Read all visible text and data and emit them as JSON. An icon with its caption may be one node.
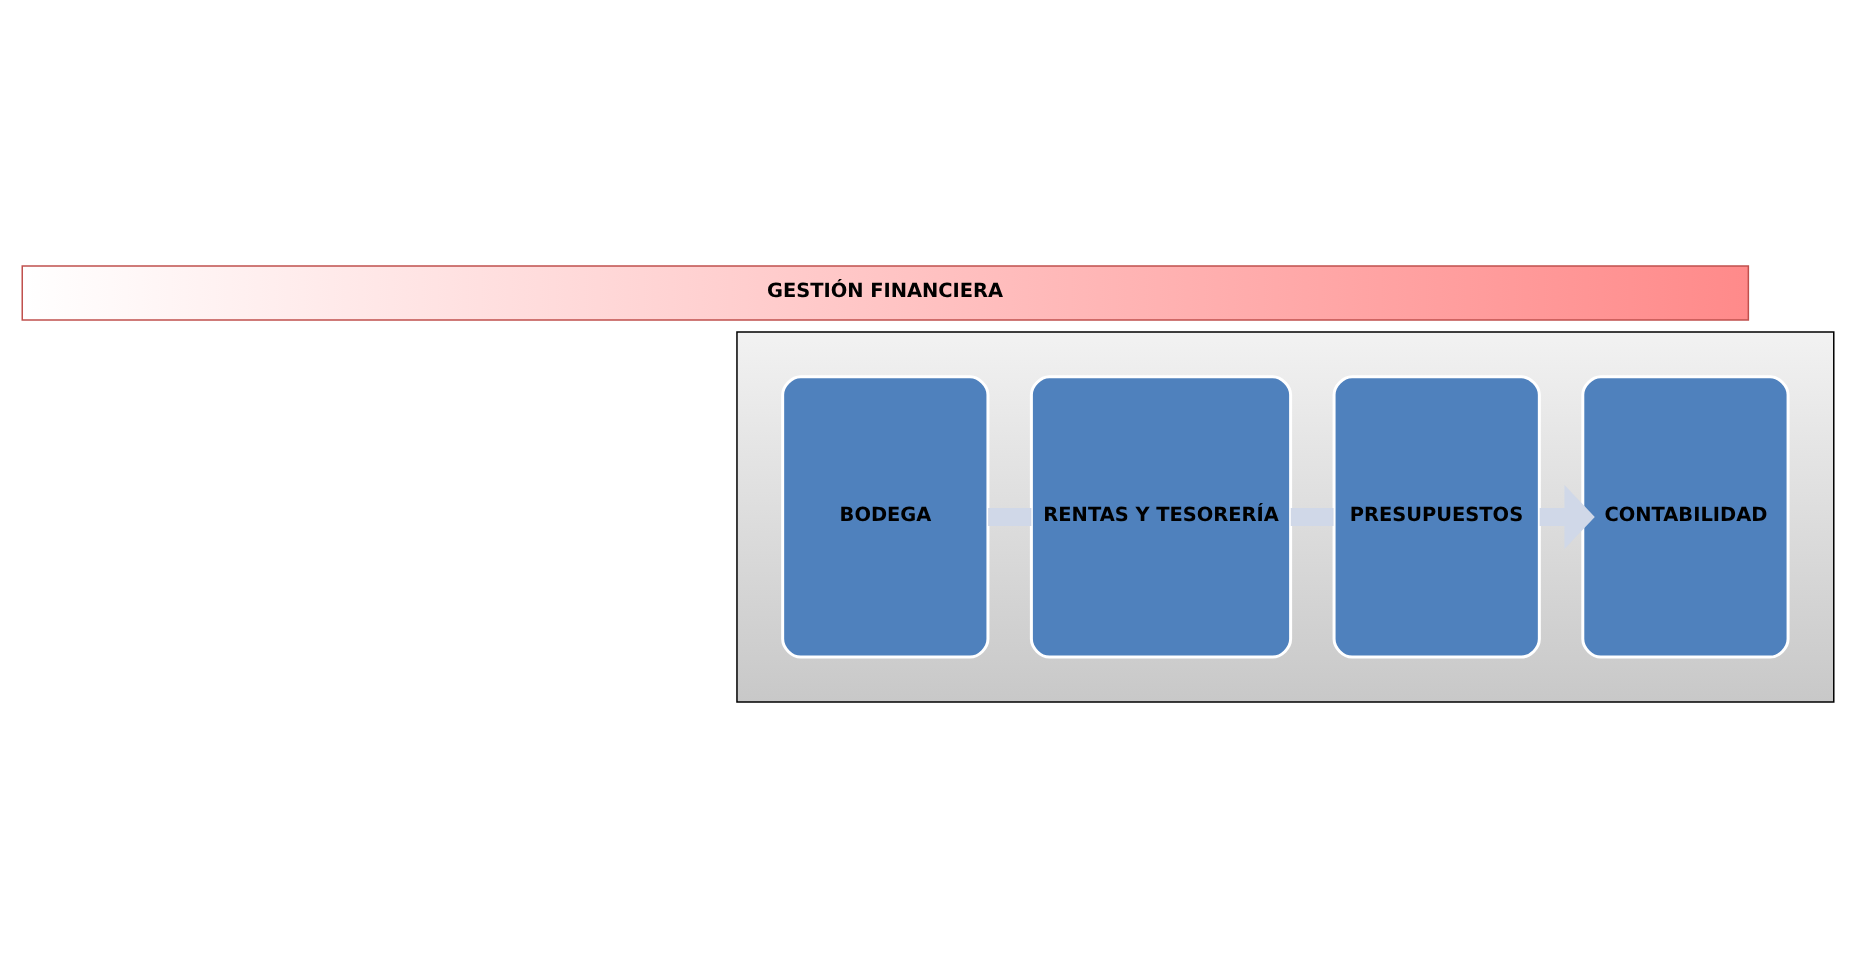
{
  "diagram": {
    "nodes": [
      {
        "text": [
          "GESTIÓN FINANCIERA"
        ]
      },
      {
        "text": [],
        "shape": "box"
      },
      {
        "text": [
          "BODEGA"
        ],
        "in": 1
      },
      {
        "text": [
          "RENTAS Y TESORERÍA"
        ],
        "in": 1
      },
      {
        "text": [
          "PRESUPUESTOS"
        ],
        "in": 1
      },
      {
        "text": [
          "CONTABILIDAD"
        ],
        "in": 1
      }
    ],
    "edges": [
      {
        "from": 2,
        "to": 3,
        "arrow": "none"
      },
      {
        "from": 3,
        "to": 4,
        "arrow": "none"
      },
      {
        "from": 4,
        "to": 5,
        "arrow": "to"
      }
    ]
  }
}
